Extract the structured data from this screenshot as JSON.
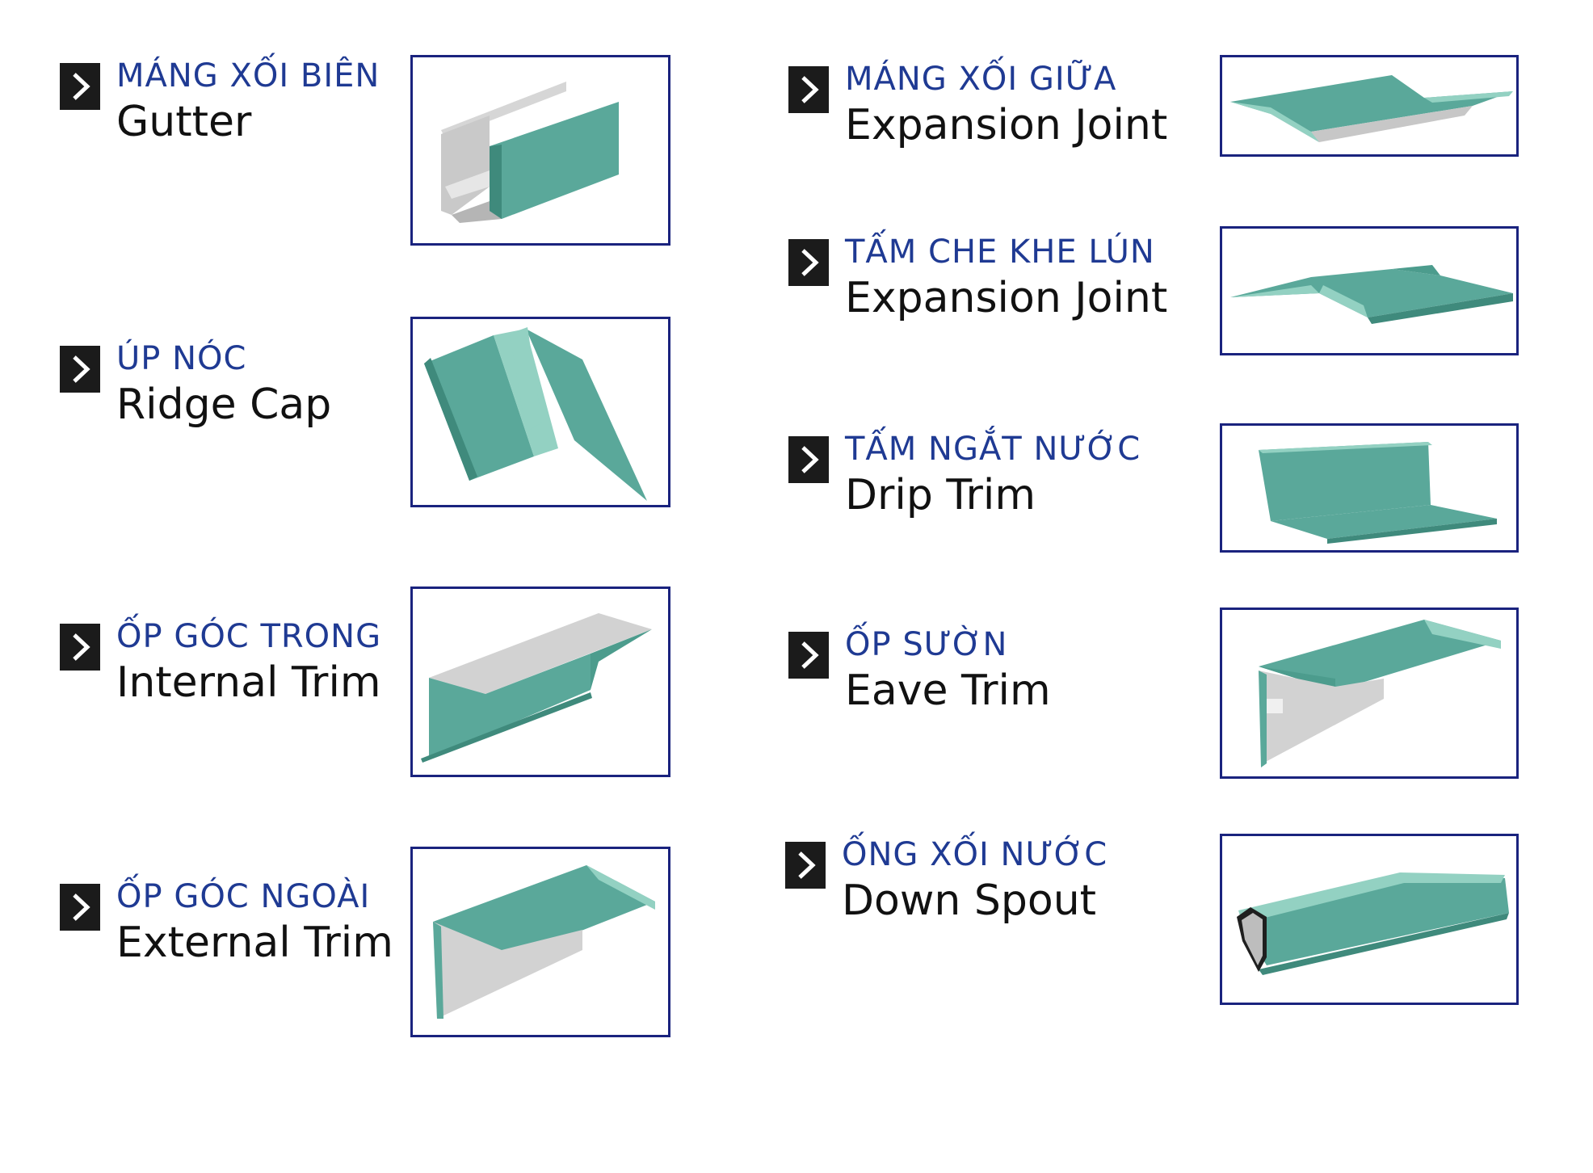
{
  "items": [
    {
      "vn": "MÁNG XỐI BIÊN",
      "en": "Gutter",
      "icon": "gutter-profile-icon"
    },
    {
      "vn": "ÚP NÓC",
      "en": "Ridge Cap",
      "icon": "ridge-cap-profile-icon"
    },
    {
      "vn": "ỐP GÓC TRONG",
      "en": "Internal Trim",
      "icon": "internal-trim-profile-icon"
    },
    {
      "vn": "ỐP GÓC NGOÀI",
      "en": "External Trim",
      "icon": "external-trim-profile-icon"
    },
    {
      "vn": "MÁNG XỐI GIỮA",
      "en": "Expansion Joint",
      "icon": "valley-gutter-profile-icon"
    },
    {
      "vn": "TẤM CHE KHE LÚN",
      "en": "Expansion Joint",
      "icon": "expansion-joint-cover-profile-icon"
    },
    {
      "vn": "TẤM NGẮT NƯỚC",
      "en": "Drip Trim",
      "icon": "drip-trim-profile-icon"
    },
    {
      "vn": "ỐP SƯỜN",
      "en": "Eave Trim",
      "icon": "eave-trim-profile-icon"
    },
    {
      "vn": "ỐNG XỐI NƯỚC",
      "en": "Down Spout",
      "icon": "down-spout-profile-icon"
    }
  ],
  "colors": {
    "heading_blue": "#1f3a93",
    "frame_navy": "#1a237e",
    "teal": "#5aa89a",
    "teal_light": "#93d1c2",
    "teal_dark": "#3f8a7c",
    "metal_gray": "#c9c9c9"
  }
}
